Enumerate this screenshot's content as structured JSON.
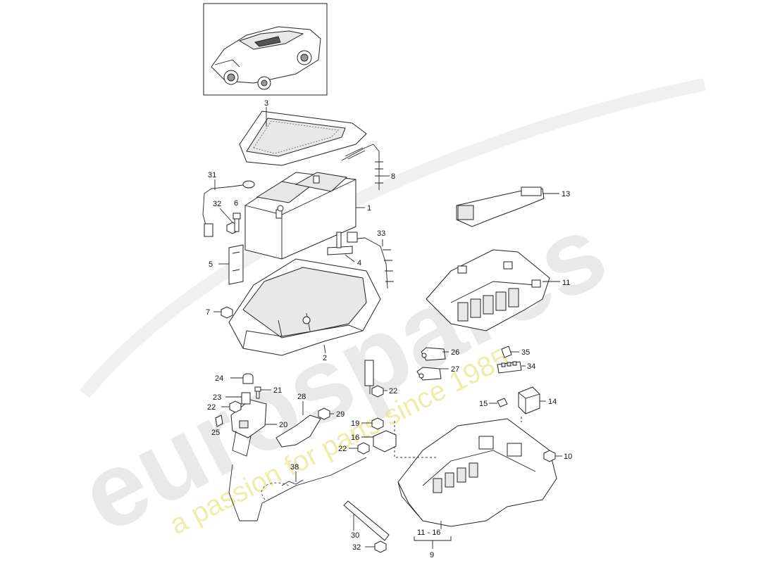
{
  "watermark": {
    "brand": "eurospares",
    "tagline": "a passion for parts since 1985"
  },
  "labels": {
    "l1": "1",
    "l2": "2",
    "l3": "3",
    "l4": "4",
    "l5": "5",
    "l6": "6",
    "l7": "7",
    "l8": "8",
    "l9": "9",
    "l10": "10",
    "l11": "11",
    "l11_16": "11 - 16",
    "l13": "13",
    "l14": "14",
    "l15": "15",
    "l16": "16",
    "l19": "19",
    "l20": "20",
    "l21": "21",
    "l22a": "22",
    "l22b": "22",
    "l22c": "22",
    "l23": "23",
    "l24": "24",
    "l25": "25",
    "l26": "26",
    "l27": "27",
    "l28": "28",
    "l29": "29",
    "l30": "30",
    "l31": "31",
    "l32a": "32",
    "l32b": "32",
    "l33": "33",
    "l34": "34",
    "l35": "35",
    "l38": "38"
  }
}
